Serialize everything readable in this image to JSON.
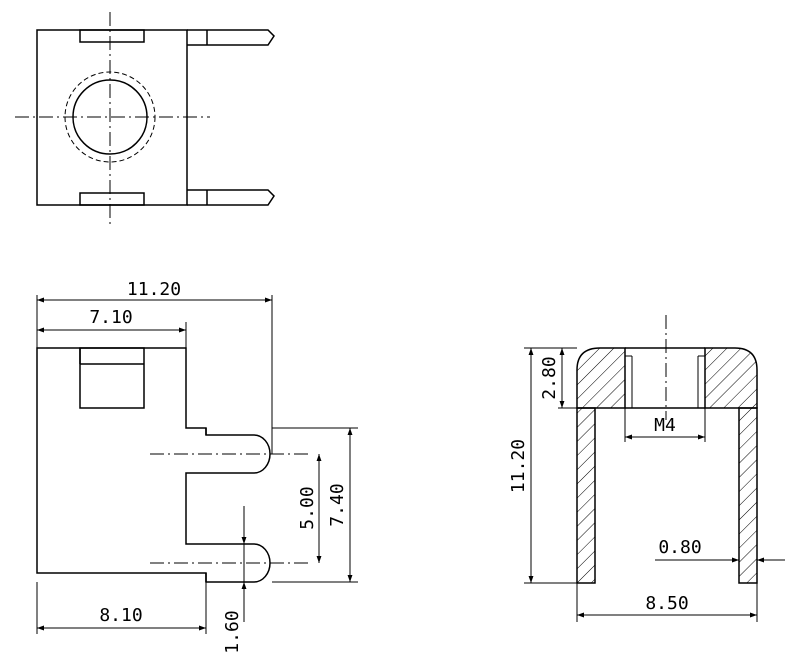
{
  "dimensions": {
    "overall_width": "11.20",
    "body_width": "7.10",
    "pin_spacing": "5.00",
    "pin_outer": "7.40",
    "base_length": "8.10",
    "pin_thickness": "1.60",
    "section_top": "2.80",
    "section_height": "11.20",
    "thread": "M4",
    "wall": "0.80",
    "section_width": "8.50"
  }
}
